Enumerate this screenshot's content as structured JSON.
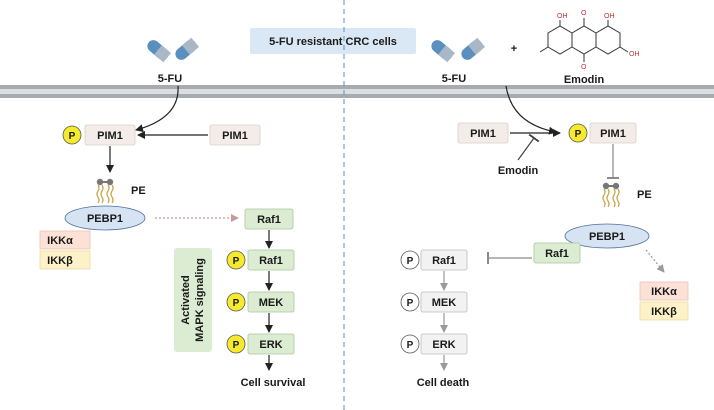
{
  "header": {
    "title": "5-FU resistant CRC cells"
  },
  "left": {
    "drug": "5-FU",
    "phospho": "P",
    "pim1_target": "PIM1",
    "pim1_source": "PIM1",
    "pe": "PE",
    "pebp1": "PEBP1",
    "ikka": "IKKα",
    "ikkb": "IKKβ",
    "raf1_top": "Raf1",
    "raf1_p": "Raf1",
    "mek": "MEK",
    "erk": "ERK",
    "mapk_label_1": "Activated",
    "mapk_label_2": "MAPK signaling",
    "outcome": "Cell survival"
  },
  "right": {
    "drug": "5-FU",
    "plus": "+",
    "compound": "Emodin",
    "compound_oh_1": "OH",
    "compound_oh_2": "OH",
    "compound_oh_3": "OH",
    "compound_o_1": "O",
    "compound_o_2": "O",
    "pim1_source": "PIM1",
    "inhibitor": "Emodin",
    "phospho": "P",
    "pim1_target": "PIM1",
    "pe": "PE",
    "pebp1": "PEBP1",
    "raf1_bound": "Raf1",
    "raf1": "Raf1",
    "mek": "MEK",
    "erk": "ERK",
    "ikka": "IKKα",
    "ikkb": "IKKβ",
    "outcome": "Cell death"
  },
  "colors": {
    "membrane": "#a7abb0",
    "pim1_box": "#f3ece8",
    "phospho_yellow": "#f6ea2c",
    "pebp1_ellipse": "#d5e3f2",
    "mapk_green": "#dcecd2",
    "ikka_pink": "#fbe1d6",
    "ikkb_yellow": "#fdf1c8",
    "header_blue": "#d9e8f4",
    "capsule_blue": "#5b8fc0"
  }
}
